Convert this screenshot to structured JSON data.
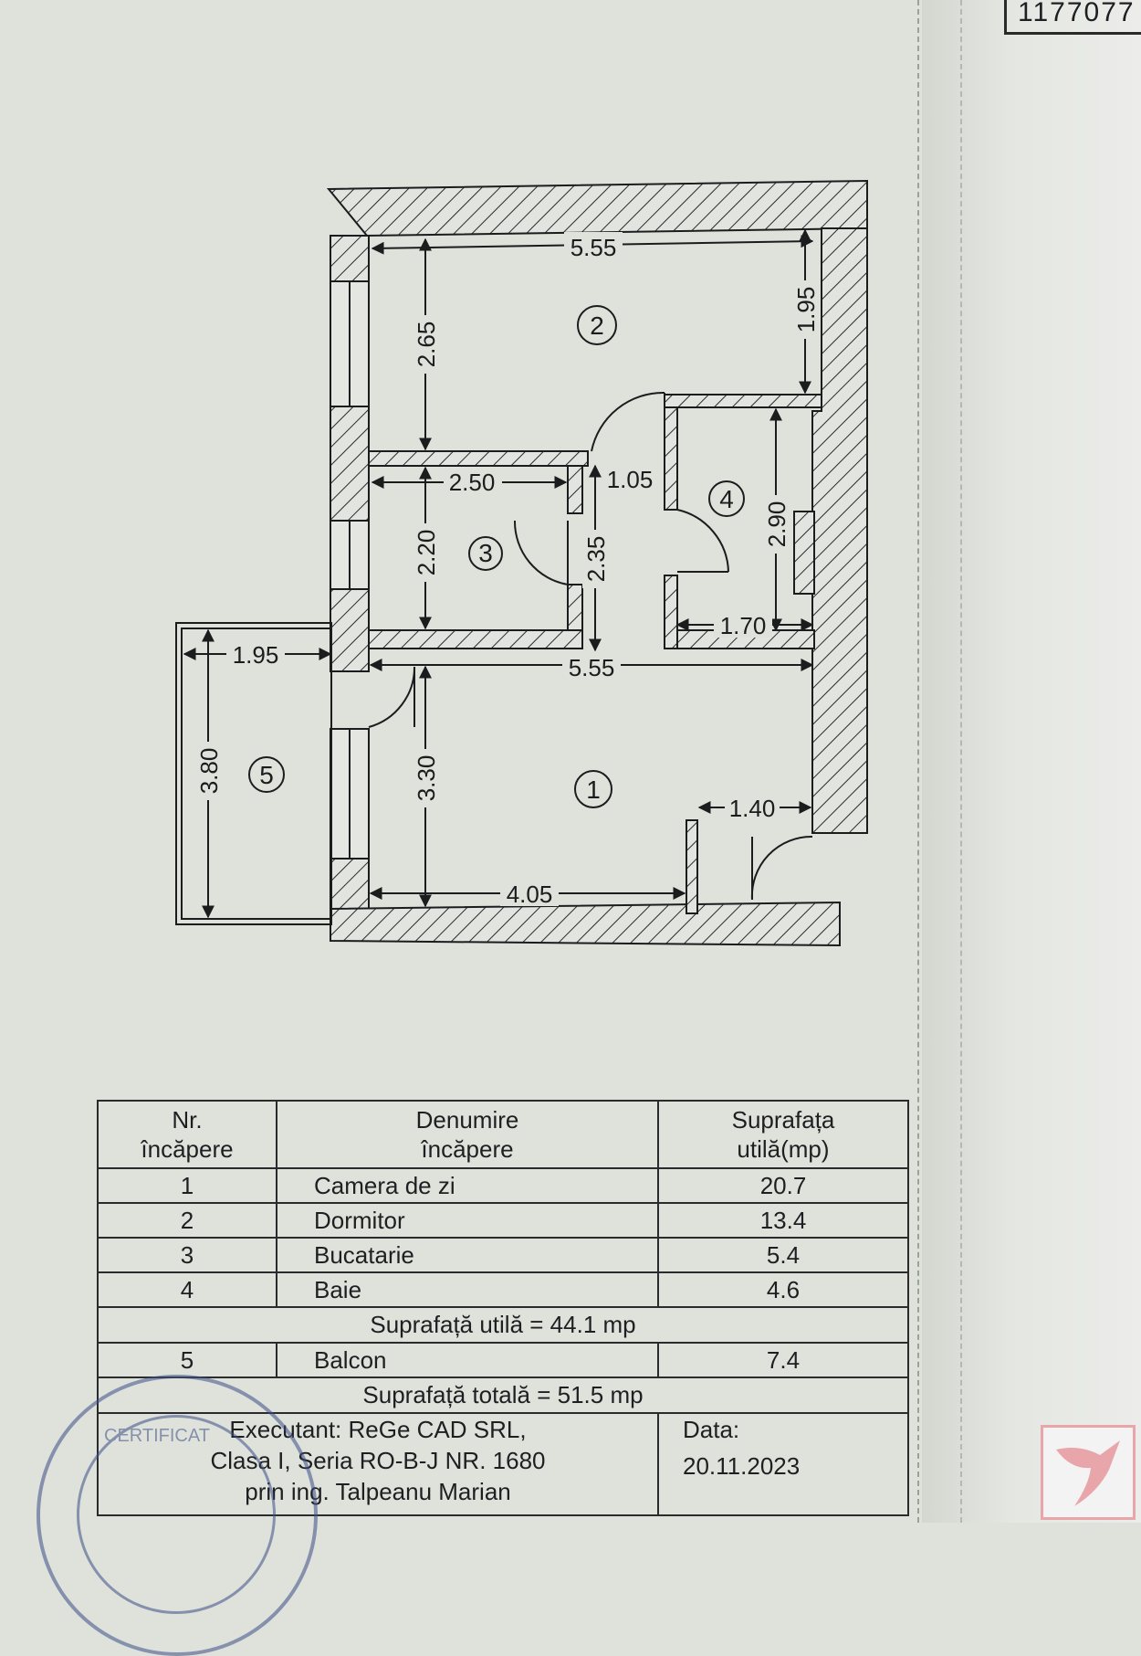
{
  "plan": {
    "room_markers": [
      "1",
      "2",
      "3",
      "4",
      "5"
    ],
    "dimensions": {
      "room2_width": "5.55",
      "room2_height_left": "2.65",
      "room2_height_right": "1.95",
      "room3_width": "2.50",
      "room3_height": "2.20",
      "hall_width": "1.05",
      "hall_height": "2.35",
      "room4_height": "2.90",
      "room4_width": "1.70",
      "room1_width_top": "5.55",
      "room1_height": "3.30",
      "room1_width_bottom": "4.05",
      "entry_width": "1.40",
      "balcony_width": "1.95",
      "balcony_height": "3.80"
    }
  },
  "table": {
    "headers": {
      "nr": "Nr.\nîncăpere",
      "name": "Denumire\nîncăpere",
      "area": "Suprafața\nutilă(mp)"
    },
    "rows": [
      {
        "nr": "1",
        "name": "Camera de zi",
        "area": "20.7"
      },
      {
        "nr": "2",
        "name": "Dormitor",
        "area": "13.4"
      },
      {
        "nr": "3",
        "name": "Bucatarie",
        "area": "5.4"
      },
      {
        "nr": "4",
        "name": "Baie",
        "area": "4.6"
      }
    ],
    "useful_total": "Suprafață utilă = 44.1 mp",
    "balcony_row": {
      "nr": "5",
      "name": "Balcon",
      "area": "7.4"
    },
    "grand_total": "Suprafață totală = 51.5 mp",
    "executant_lines": [
      "Executant: ReGe CAD SRL,",
      "Clasa I, Seria RO-B-J NR. 1680",
      "prin ing. Talpeanu Marian"
    ],
    "date_label": "Data:",
    "date_value": "20.11.2023"
  },
  "stamp_text": "CERTIFICAT",
  "corner_label": "1177077",
  "colors": {
    "paper": "#dfe2db",
    "ink": "#1e1f22",
    "stamp": "#3d4e86",
    "logo": "#e8a6aa"
  }
}
